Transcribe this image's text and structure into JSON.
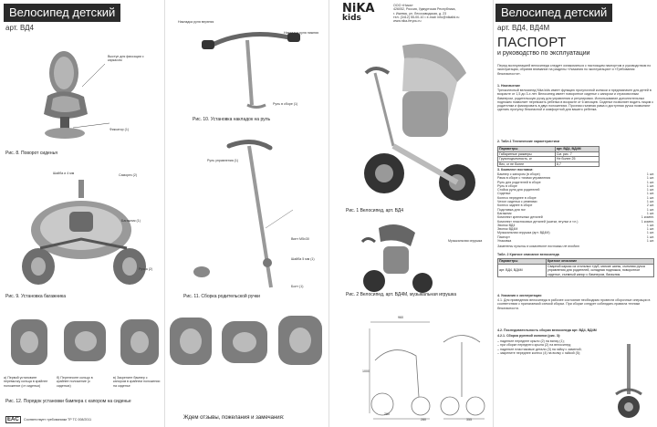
{
  "page1": {
    "header_title": "Велосипед детский",
    "header_sub": "арт. ВД4",
    "fig8_caption": "Рис. 8. Поворот сиденья",
    "fig8_labels": [
      "Выступ для фиксации с каркасом",
      "Фиксатор (1)"
    ],
    "fig9_caption": "Рис. 9. Установка багажника",
    "fig9_labels": [
      "Шайба и 4 мм",
      "Саморез (2)",
      "Багажник (1)",
      "Ручка (2)"
    ],
    "fig12_caption": "Рис. 12. Порядок установки бампера с капором на сиденье",
    "fig12_steps": [
      "а) Первой установите перемычку кольца в крайнее положение (от сиденья)",
      "б) Перенесите кольцо в крайнее положение (к сиденью)",
      "в) Закрепите бампер с капором в крайнем положении на сиденье"
    ],
    "footer": "Соответствует требованиям ТР ТС 008/2011"
  },
  "page2": {
    "fig10_caption": "Рис. 10. Установка накладок на руль",
    "fig10_labels": [
      "Накладка руля верхняя",
      "Накладка руля нижняя",
      "Руль в сборе (1)"
    ],
    "fig11_caption": "Рис. 11. Сборка родительской ручки",
    "fig11_labels": [
      "Руль управления (1)",
      "Винт М5х30",
      "Шайба 5 мм (1)",
      "Болт (1)"
    ],
    "footer": "Ждем отзывы, пожелания и замечания:"
  },
  "page3": {
    "logo_top": "NiKA",
    "logo_bottom": "kids",
    "company": [
      "ООО «Ника»",
      "426052, Россия, Удмуртская Республика,",
      "г. Ижевск, ул. Лесозаводская, д. 23",
      "тел. (3412) 55-00-10 • e-mail: info@nikaltd.ru",
      "www.nika-feryou.ru"
    ],
    "fig1_caption": "Рис. 1 Велосипед, арт. ВД4",
    "fig2_caption": "Рис. 2 Велосипед, арт. ВД4М, музыкальная игрушка",
    "toy_label": "Музыкальная игрушка",
    "dims": [
      "960",
      "1000",
      "260",
      "280",
      "355"
    ]
  },
  "page4": {
    "header_title": "Велосипед детский",
    "header_sub": "арт. ВД4, ВД4М",
    "passport_title": "ПАСПОРТ",
    "passport_sub": "и руководство по эксплуатации",
    "intro": "Перед эксплуатацией велосипеда следует ознакомиться с настоящим паспортом и руководством по эксплуатации, обратив внимание на разделы «Указания по эксплуатации» и «Требования безопасности».",
    "s1_title": "1. Назначение",
    "s1_text": "Трехколесный велосипед Nika kids имеет функцию прогулочной коляски и предназначен для детей в возрасте от 1,5 до 3-х лет. Велосипед имеет поворотное сиденье с капором и страховочным бампером, родительскую ручку для управления и регулировки. Использование дополнительных подножек позволяет перевозить ребенка в возрасте от 6 месяцев. Сиденье позволяет водить лицом к родителям и фиксировать в двух положениях. Прочная съемная рама и доступная ручка позволяют сделать прогулку безопасной и комфортной для вашего ребенка.",
    "s2_title": "2. Табл.1 Технические характеристики",
    "spec_headers": [
      "Параметры",
      "арт. ВД4, ВД4М"
    ],
    "spec_rows": [
      [
        "Габаритные размеры",
        "См. рис. 7"
      ],
      [
        "Грузоподъемность, кг",
        "Не более 25"
      ],
      [
        "Вес, кг не более",
        "8,7"
      ]
    ],
    "s3_title": "3. Комплект поставки:",
    "kit": [
      [
        "Бампер с капором (в сборе)",
        "1 шт."
      ],
      [
        "Рама в сборе с тягами управления",
        "1 шт."
      ],
      [
        "Руль для родителей в сборе",
        "1 шт."
      ],
      [
        "Руль в сборе",
        "1 шт."
      ],
      [
        "Стойка руля для родителей",
        "1 шт."
      ],
      [
        "Сиденье",
        "1 шт."
      ],
      [
        "Колесо переднее в сборе",
        "1 шт."
      ],
      [
        "Чехол сиденья с ремнями",
        "1 шт."
      ],
      [
        "Колесо заднее в сборе",
        "2 шт."
      ],
      [
        "Подставка для ног",
        "1 шт."
      ],
      [
        "Багажник",
        "1 шт."
      ],
      [
        "Комплект крепежных деталей",
        "1 компл."
      ],
      [
        "Комплект пластиковых деталей (шатки, втулки и т.п.)",
        "1 компл."
      ],
      [
        "Звонок ВД4",
        "1 шт."
      ],
      [
        "Звонок ВД4М",
        "1 шт."
      ],
      [
        "Музыкальная игрушка (арт. ВД4М)",
        "1 шт."
      ],
      [
        "Паспорт",
        "1 шт."
      ],
      [
        "Упаковка",
        "1 шт."
      ]
    ],
    "kit_note": "Заменены пункты в комплекте поставки не входят",
    "s4_title": "Табл. 2 Краткое описание велосипеда",
    "desc_headers": [
      "Параметры",
      "Краткое описание"
    ],
    "desc_row": [
      "арт. ВД4, ВД4М",
      "Сварной каркас из стальных труб, мягкие шины, съемная ручка управления для родителей, складная подножка, поворотное сиденье, съемный капор с бампером, багажник."
    ],
    "s5_title": "4. Указания к эксплуатации",
    "s5_text": "4.1. Для приведения велосипеда в рабочее состояние необходимо провести сборочные операции в соответствии с прилагаемой схемой сборки. При сборке следует соблюдать правила техники безопасности.",
    "s6_title": "4.2. Последовательность сборки велосипеда арт. ВД4, ВД4М",
    "s6_sub": "4.2.1. Сборка рулевой колонки (рис. 3):",
    "s6_items": [
      "– наденьте переднее крыло (2) на вилку (1);",
      "– при сборке переднего крыла (2) на велосипед;",
      "– наденьте пластиковые детали (3) на гайку с заменой;",
      "– закрепите переднее колесо (4) на вилку с гайкой (5);"
    ]
  }
}
